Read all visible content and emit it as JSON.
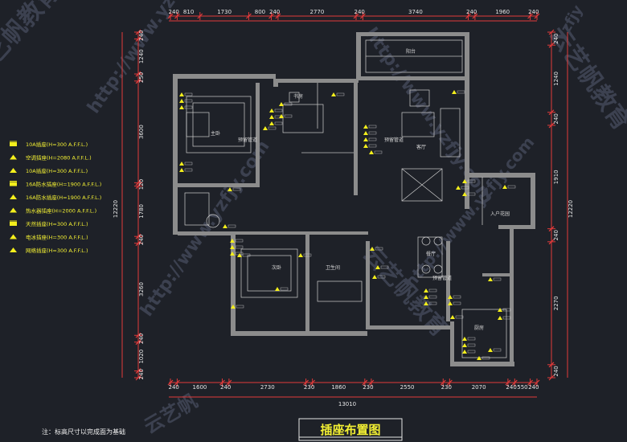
{
  "dims": {
    "top": [
      "240",
      "810",
      "1730",
      "800",
      "240",
      "2770",
      "240",
      "3740",
      "240",
      "1960",
      "240"
    ],
    "bottom": [
      "240",
      "1600",
      "240",
      "2730",
      "230",
      "1860",
      "230",
      "2550",
      "230",
      "2070",
      "240",
      "550",
      "240"
    ],
    "total_bottom": "13010",
    "left": [
      "240",
      "1240",
      "250",
      "3600",
      "120",
      "1780",
      "240",
      "3260",
      "240",
      "1020",
      "240"
    ],
    "right": [
      "240",
      "1240",
      "240",
      "1910",
      "240",
      "2270",
      "240"
    ],
    "left_total": "12220",
    "right_total": "12220"
  },
  "legend": [
    {
      "label": "10A插座(H=300 A.F.F.L.)"
    },
    {
      "label": "空调插座(H=2080 A.F.F.L.)"
    },
    {
      "label": "10A插座(H=300 A.F.F.L.)"
    },
    {
      "label": "16A防水插座(H=1900 A.F.F.L.)"
    },
    {
      "label": "16A防水插座(H=1900 A.F.F.L.)"
    },
    {
      "label": "热水器插座(H=2000 A.F.F.L.)"
    },
    {
      "label": "天然插座(H=300 A.F.F.L.)"
    },
    {
      "label": "电冰插座(H=300 A.F.F.L.)"
    },
    {
      "label": "网络插座(H=300 A.F.F.L.)"
    }
  ],
  "rooms": {
    "r1": "主卧",
    "r2": "书房",
    "r3": "客厅",
    "r4": "阳台",
    "r5": "次卧",
    "r6": "卫生间",
    "r7": "餐厅",
    "r8": "厨房",
    "r9": "入户花园",
    "pipe1": "预留管道",
    "pipe2": "预留管道",
    "pipe3": "预留管道"
  },
  "watermarks": {
    "w1": "云艺帆教育",
    "w2": "http://www.yzfjy.com",
    "w3": "云艺帆",
    "w4": "yzfjy"
  },
  "title": "插座布置图",
  "note": "注：标高尺寸以完成面为基础",
  "colors": {
    "dim": "#e23a3a",
    "socket": "#f4ef1c",
    "wall": "#8c8c8c",
    "bg": "#1e2128"
  }
}
